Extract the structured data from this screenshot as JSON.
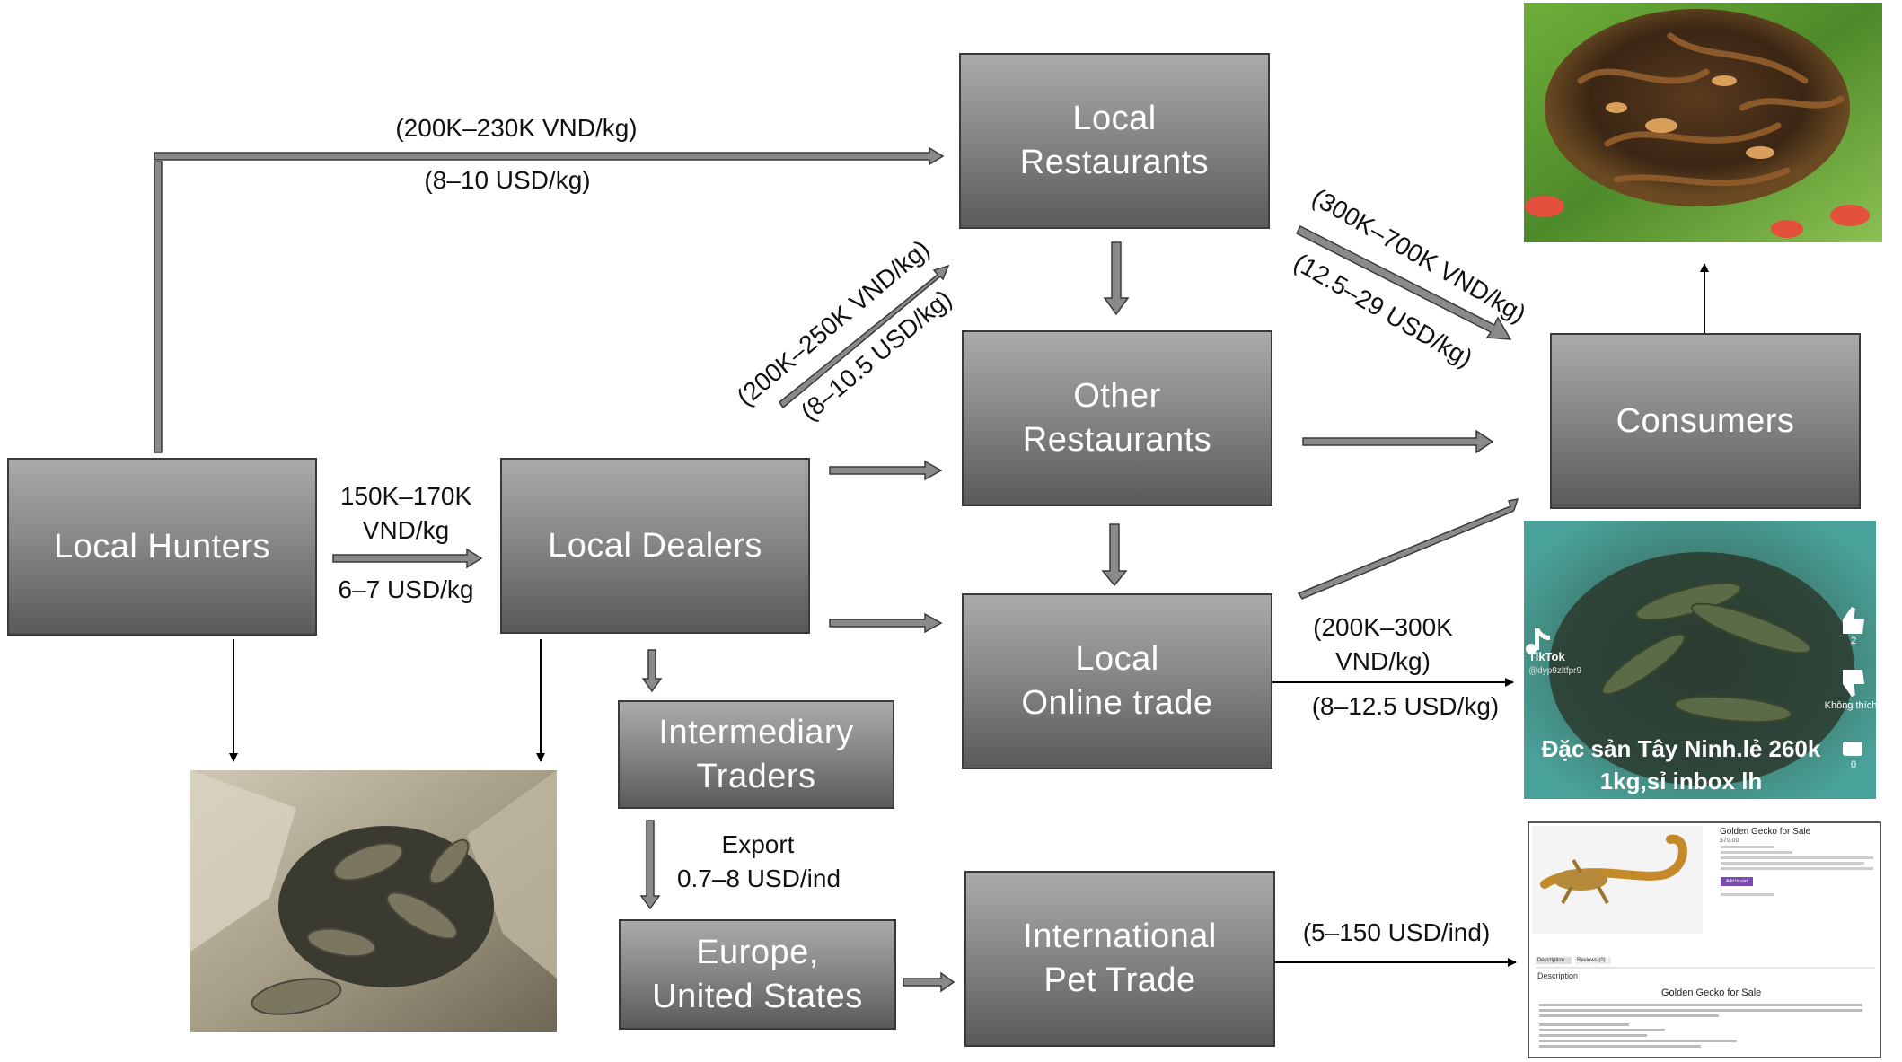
{
  "nodes": {
    "local_hunters": "Local Hunters",
    "local_dealers": "Local Dealers",
    "local_restaurants": [
      "Local",
      "Restaurants"
    ],
    "other_restaurants": [
      "Other",
      "Restaurants"
    ],
    "local_online_trade": [
      "Local",
      "Online trade"
    ],
    "consumers": "Consumers",
    "intermediary_traders": [
      "Intermediary",
      "Traders"
    ],
    "europe_us": [
      "Europe,",
      "United States"
    ],
    "international_pet_trade": [
      "International",
      "Pet Trade"
    ]
  },
  "prices": {
    "hunters_to_restaurants_vnd": "(200K–230K VND/kg)",
    "hunters_to_restaurants_usd": "(8–10 USD/kg)",
    "hunters_to_dealers_vnd_1": "150K–170K",
    "hunters_to_dealers_vnd_2": "VND/kg",
    "hunters_to_dealers_usd": "6–7 USD/kg",
    "dealers_to_restaurants_vnd": "(200K–250K VND/kg)",
    "dealers_to_restaurants_usd": "(8–10.5 USD/kg)",
    "restaurants_to_consumers_vnd": "(300K–700K VND/kg)",
    "restaurants_to_consumers_usd": "(12.5–29 USD/kg)",
    "online_vnd_1": "(200K–300K",
    "online_vnd_2": "VND/kg)",
    "online_usd": "(8–12.5 USD/kg)",
    "export_label": "Export",
    "export_price": "0.7–8 USD/ind",
    "pet_trade_price": "(5–150 USD/ind)"
  },
  "photo_texts": {
    "tiktok_brand": "TikTok",
    "tiktok_user": "@dyp9zltfpr9",
    "tiktok_caption_1": "Đặc sản Tây Ninh.lẻ 260k",
    "tiktok_caption_2": "1kg,sỉ inbox lh",
    "tiktok_like_count": "2",
    "tiktok_dislike_label": "Không thích",
    "tiktok_comment_count": "0",
    "shop_title": "Golden Gecko for Sale",
    "shop_price": "$70.00",
    "shop_button": "Add to cart",
    "shop_tab_description": "Description",
    "shop_tab_reviews": "Reviews (0)",
    "shop_desc_heading": "Description",
    "shop_desc_title": "Golden Gecko for Sale"
  },
  "colors": {
    "box_top": "#aaaaaa",
    "box_bottom": "#5a5a5a",
    "box_text": "#ffffff",
    "arrow_fill": "#8a8a8a",
    "arrow_outline": "#3a3a3a",
    "line": "#000000"
  }
}
